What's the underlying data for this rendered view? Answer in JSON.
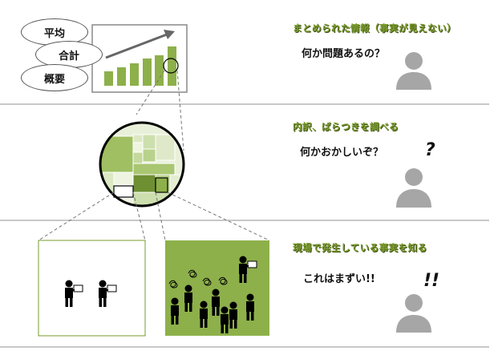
{
  "section1": {
    "ovals": [
      "平均",
      "合計",
      "概要"
    ],
    "heading": "まとめられた情報（事実が見えない）",
    "question": "何か問題あるの？"
  },
  "section2": {
    "heading": "内訳、ばらつきを調べる",
    "question": "何かおかしいぞ？",
    "mark": "?"
  },
  "section3": {
    "heading": "現場で発生している事実を知る",
    "question": "これはまずい!!",
    "mark": "!!"
  },
  "colors": {
    "accent_green": "#8db04a",
    "light_green": "#d6e5b5",
    "dark_green": "#6e8f32",
    "divider": "#c8c8c8",
    "person_gray": "#a6a6a6"
  },
  "icons": [
    "person-icon",
    "trend-arrow-icon",
    "thought-scribble-icon"
  ]
}
